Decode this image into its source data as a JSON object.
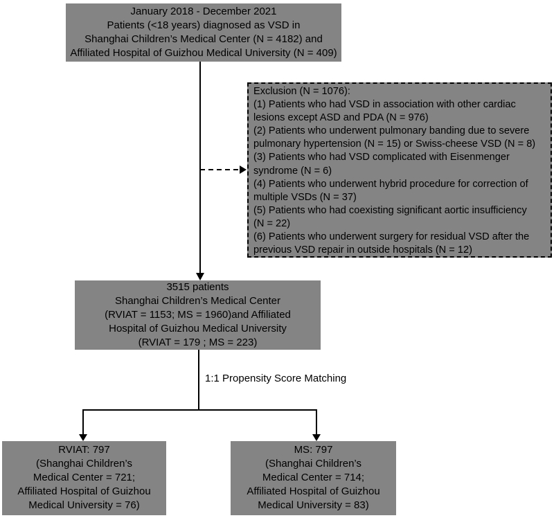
{
  "figure": {
    "background": "#ffffff",
    "box_fill": "#848484",
    "line_color": "#000000",
    "text_color": "#000000"
  },
  "top_box": {
    "lines": [
      "January 2018 - December 2021",
      "Patients (<18 years) diagnosed as VSD in",
      "Shanghai Children’s Medical Center (N = 4182) and",
      "Affiliated Hospital of Guizhou Medical University (N = 409)"
    ]
  },
  "exclusion_box": {
    "lines": [
      "Exclusion (N = 1076):",
      "(1) Patients who had VSD in association with other cardiac",
      "lesions except ASD and PDA (N = 976)",
      "(2) Patients who underwent pulmonary banding due to severe",
      "pulmonary hypertension (N = 15) or Swiss-cheese VSD (N = 8)",
      "(3) Patients who had VSD complicated with Eisenmenger",
      "syndrome (N = 6)",
      "(4) Patients who underwent hybrid procedure for correction of",
      "multiple VSDs (N = 37)",
      "(5) Patients who had coexisting significant aortic insufficiency",
      "(N = 22)",
      "(6) Patients who underwent surgery for residual VSD after the",
      "previous VSD repair in outside hospitals (N = 12)"
    ]
  },
  "middle_box": {
    "lines": [
      "3515 patients",
      "Shanghai Children’s Medical Center",
      "(RVIAT = 1153; MS = 1960)and Affiliated",
      "Hospital of Guizhou Medical University",
      "(RVIAT = 179 ; MS = 223)"
    ]
  },
  "matching_label": "1:1 Propensity Score Matching",
  "left_box": {
    "lines": [
      "RVIAT: 797",
      "(Shanghai Children’s",
      "Medical Center = 721;",
      "Affiliated Hospital of Guizhou",
      "Medical University = 76)"
    ]
  },
  "right_box": {
    "lines": [
      "MS: 797",
      "(Shanghai Children’s",
      "Medical Center = 714;",
      "Affiliated Hospital of Guizhou",
      "Medical University = 83)"
    ]
  }
}
